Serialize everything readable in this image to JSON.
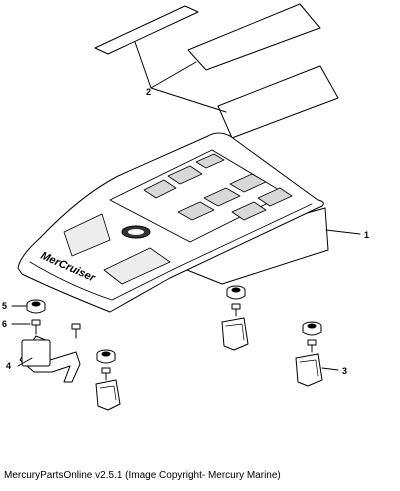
{
  "diagram": {
    "callouts": [
      {
        "id": "1",
        "label": "1"
      },
      {
        "id": "2",
        "label": "2"
      },
      {
        "id": "3",
        "label": "3"
      },
      {
        "id": "4",
        "label": "4"
      },
      {
        "id": "5",
        "label": "5"
      },
      {
        "id": "6",
        "label": "6"
      }
    ],
    "cover_logo_text": "MerCruiser"
  },
  "caption": "MercuryPartsOnline v2.5.1 (Image Copyright- Mercury Marine)"
}
